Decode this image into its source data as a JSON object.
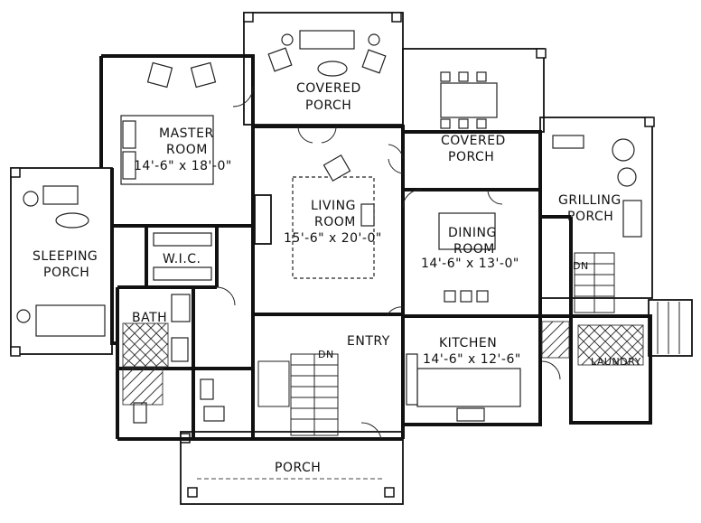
{
  "rooms": {
    "covered_porch_top": {
      "line1": "COVERED",
      "line2": "PORCH"
    },
    "covered_porch_right": {
      "line1": "COVERED",
      "line2": "PORCH"
    },
    "master_room": {
      "line1": "MASTER",
      "line2": "ROOM",
      "dims": "14'-6\" x 18'-0\""
    },
    "living_room": {
      "line1": "LIVING",
      "line2": "ROOM",
      "dims": "15'-6\" x 20'-0\""
    },
    "dining_room": {
      "line1": "DINING",
      "line2": "ROOM",
      "dims": "14'-6\" x 13'-0\""
    },
    "grilling_porch": {
      "line1": "GRILLING",
      "line2": "PORCH"
    },
    "sleeping_porch": {
      "line1": "SLEEPING",
      "line2": "PORCH"
    },
    "wic": {
      "label": "W.I.C."
    },
    "bath": {
      "label": "BATH"
    },
    "entry": {
      "label": "ENTRY"
    },
    "kitchen": {
      "label": "KITCHEN",
      "dims": "14'-6\" x 12'-6\""
    },
    "laundry": {
      "label": "LAUNDRY"
    },
    "porch_front": {
      "label": "PORCH"
    }
  },
  "stair_marks": {
    "entry_stair": "DN",
    "grill_stair": "DN"
  },
  "colors": {
    "ink": "#111111",
    "paper": "#ffffff"
  }
}
